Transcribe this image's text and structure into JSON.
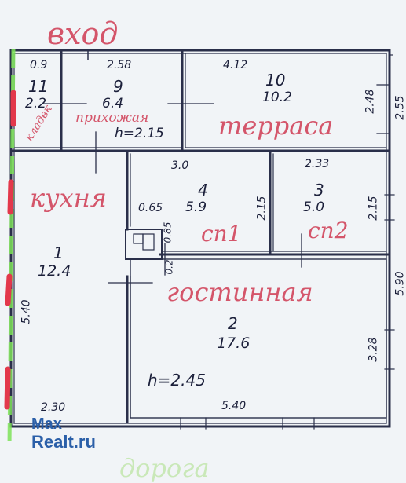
{
  "labels": {
    "entrance": "вход",
    "pantry": "кладвк",
    "hallway": "прихожая",
    "terrace": "терраса",
    "kitchen": "кухня",
    "bedroom1": "сп1",
    "bedroom2": "сп2",
    "living_room": "гостинная",
    "road": "дорога"
  },
  "rooms": {
    "r11": {
      "no": "11",
      "area": "2.2"
    },
    "r9": {
      "no": "9",
      "area": "6.4",
      "height": "h=2.15"
    },
    "r10": {
      "no": "10",
      "area": "10.2"
    },
    "r4": {
      "no": "4",
      "area": "5.9"
    },
    "r3": {
      "no": "3",
      "area": "5.0"
    },
    "r1": {
      "no": "1",
      "area": "12.4"
    },
    "r2": {
      "no": "2",
      "area": "17.6",
      "height": "h=2.45"
    }
  },
  "dims": {
    "d_0_9": "0.9",
    "d_2_58": "2.58",
    "d_4_12": "4.12",
    "d_2_48": "2.48",
    "d_2_55": "2.55",
    "d_3_0": "3.0",
    "d_2_33": "2.33",
    "d_0_65": "0.65",
    "d_2_15a": "2.15",
    "d_2_15b": "2.15",
    "d_0_85": "0.85",
    "d_0_2": "0.2",
    "d_5_90": "5.90",
    "d_5_40_left": "5.40",
    "d_3_28": "3.28",
    "d_2_30": "2.30",
    "d_5_40_bottom": "5.40"
  },
  "watermark": {
    "line1": "Max",
    "line2": "Realt.ru"
  },
  "colors": {
    "ink": "#1b1f3a",
    "red": "#d4556a",
    "green": "#7ee35a",
    "bg": "#f1f4f7"
  }
}
